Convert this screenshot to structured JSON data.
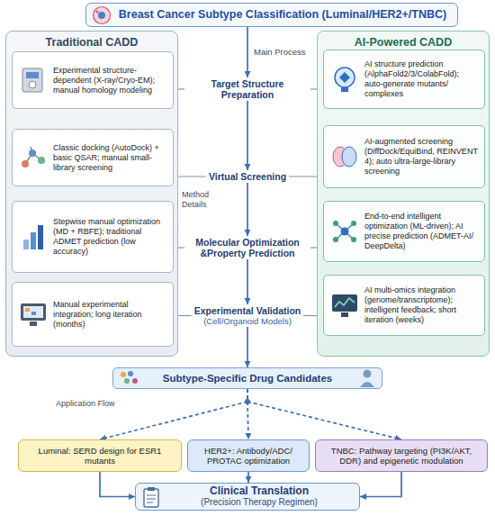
{
  "diagram": {
    "nodes": [
      {
        "text": [
          "Breast Cancer Subtype Classification (Luminal/HER2+/TNBC)"
        ]
      },
      {
        "text": [
          "Traditional CADD"
        ]
      },
      {
        "text": [
          "Experimental structure-dependent (X-ray/Cryo-EM); manual homology modeling"
        ],
        "in": 1
      },
      {
        "text": [
          "Classic docking (AutoDock) + basic QSAR; manual small-library screening"
        ],
        "in": 1
      },
      {
        "text": [
          "Stepwise manual optimization (MD + RBFE); traditional ADMET prediction (low accuracy)"
        ],
        "in": 1
      },
      {
        "text": [
          "Manual experimental integration; long iteration (months)"
        ],
        "in": 1
      },
      {
        "text": [
          "Target Structure Preparation"
        ]
      },
      {
        "text": [
          "Virtual Screening"
        ]
      },
      {
        "text": [
          "Molecular Optimization &Property Prediction"
        ]
      },
      {
        "text": [
          "Experimental Validation",
          "(Cell/Organoid Models)"
        ]
      },
      {
        "text": [
          "AI-Powered CADD"
        ]
      },
      {
        "text": [
          "AI structure prediction (AlphaFold2/3/ColabFold); auto-generate mutants/ complexes"
        ],
        "in": 10
      },
      {
        "text": [
          "AI-augmented screening (DiffDock/EquiBind, REINVENT 4); auto ultra-large-library screening"
        ],
        "in": 10
      },
      {
        "text": [
          "End-to-end intelligent optimization (ML-driven); AI precise prediction (ADMET-AI/ DeepDelta)"
        ],
        "in": 10
      },
      {
        "text": [
          "AI multi-omics integration (genome/transcriptome); intelligent feedback; short iteration (weeks)"
        ],
        "in": 10
      },
      {
        "text": [
          "Subtype-Specific Drug Candidates"
        ]
      },
      {
        "text": [
          "Luminal: SERD design for ESR1 mutants"
        ]
      },
      {
        "text": [
          "HER2+: Antibody/ADC/ PROTAC optimization"
        ]
      },
      {
        "text": [
          "TNBC: Pathway targeting (PI3K/AKT, DDR) and epigenetic modulation"
        ]
      },
      {
        "text": [
          "Clinical Translation",
          "(Precision Therapy Regimen)"
        ]
      }
    ],
    "edges": [
      {
        "from": 0,
        "to": 6,
        "arrow": "to",
        "label": "Main Process"
      },
      {
        "from": 6,
        "to": 7,
        "arrow": "to"
      },
      {
        "from": 7,
        "to": 8,
        "arrow": "to"
      },
      {
        "from": 8,
        "to": 9,
        "arrow": "to"
      },
      {
        "from": 9,
        "to": 15,
        "arrow": "to"
      },
      {
        "from": 2,
        "to": 6,
        "arrow": "none"
      },
      {
        "from": 3,
        "to": 7,
        "arrow": "none"
      },
      {
        "from": 4,
        "to": 8,
        "arrow": "none"
      },
      {
        "from": 5,
        "to": 9,
        "arrow": "none"
      },
      {
        "from": 11,
        "to": 6,
        "arrow": "none"
      },
      {
        "from": 12,
        "to": 7,
        "arrow": "none"
      },
      {
        "from": 13,
        "to": 8,
        "arrow": "none"
      },
      {
        "from": 14,
        "to": 9,
        "arrow": "none"
      },
      {
        "from": 15,
        "to": 16,
        "arrow": "to"
      },
      {
        "from": 15,
        "to": 17,
        "arrow": "to"
      },
      {
        "from": 15,
        "to": 18,
        "arrow": "to"
      },
      {
        "from": 16,
        "to": 19,
        "arrow": "to"
      },
      {
        "from": 17,
        "to": 19,
        "arrow": "to"
      },
      {
        "from": 18,
        "to": 19,
        "arrow": "to"
      }
    ],
    "labels": [
      "Method Details",
      "Application Flow"
    ]
  }
}
